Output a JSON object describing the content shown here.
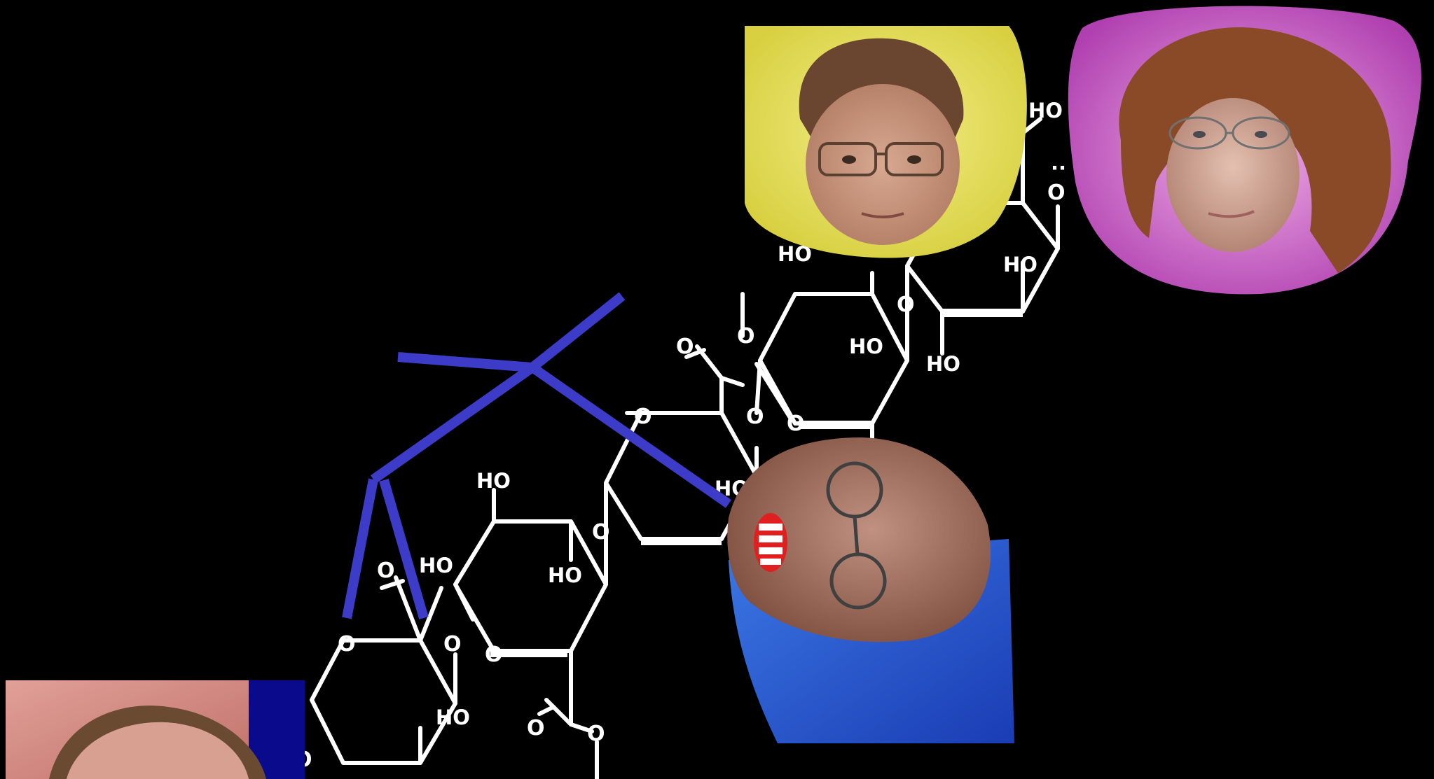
{
  "scene": {
    "background_color": "#000000",
    "line_color": "#ffffff",
    "overlay_line_color": "#3c3cc8"
  },
  "molecule": {
    "labels": {
      "ho": "HO",
      "o": "O",
      "dots": "··"
    }
  },
  "photos": [
    {
      "name": "face-yellow-background",
      "background_color": "#e6e05a"
    },
    {
      "name": "face-pink-background",
      "background_color": "#c860c0"
    },
    {
      "name": "face-upside-down-blue",
      "background_color": "#2a5ad2"
    },
    {
      "name": "face-pink-cropped",
      "background_color": "#d88a80"
    }
  ]
}
